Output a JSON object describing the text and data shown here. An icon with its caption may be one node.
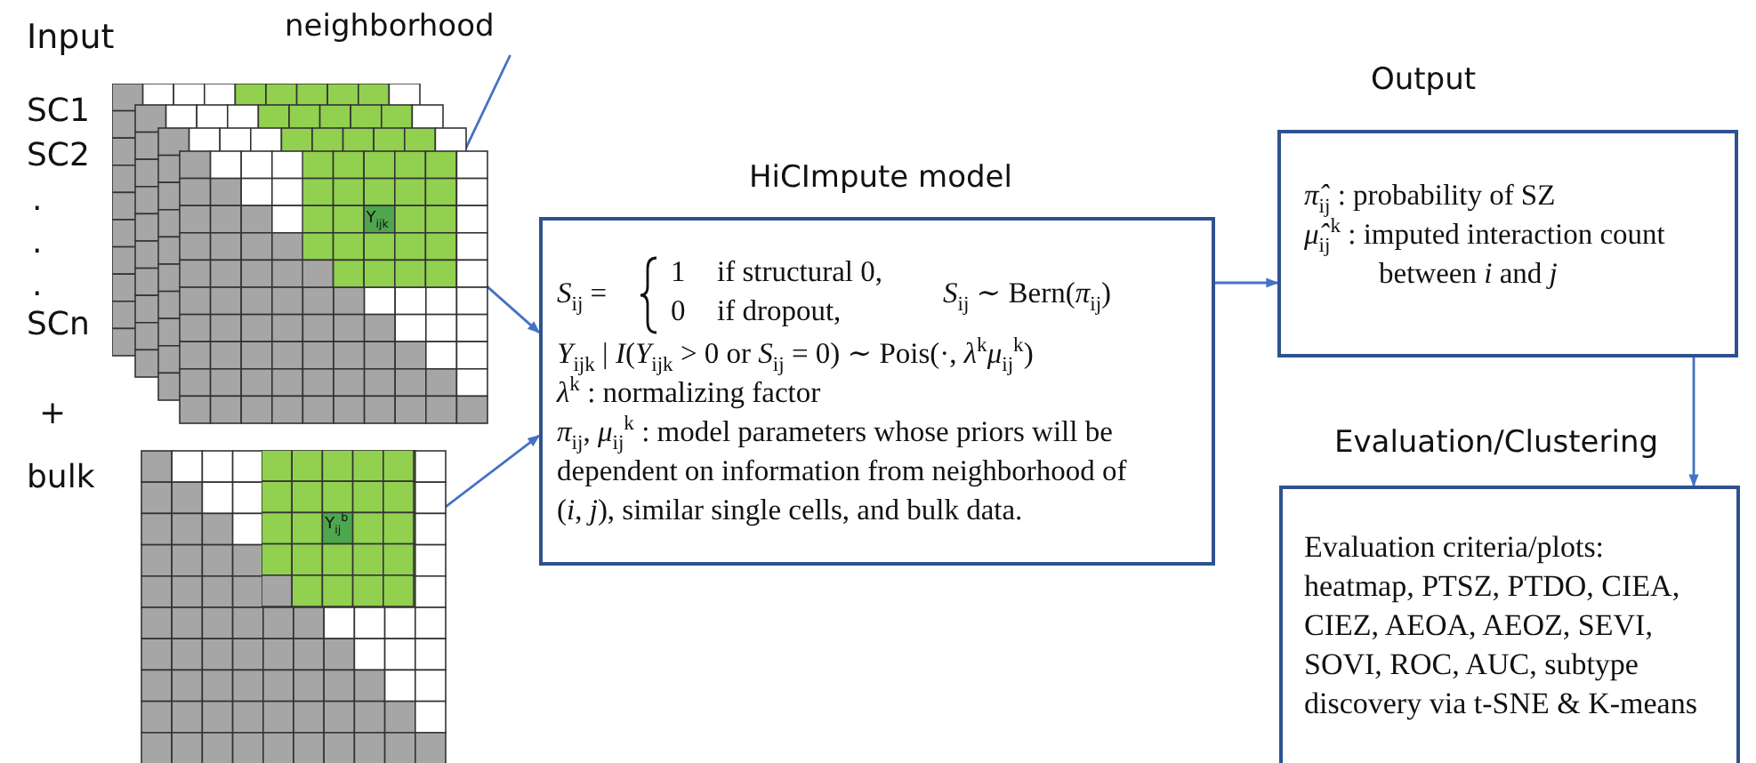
{
  "diagram": {
    "nodes": [
      {
        "text": [
          "neighborhood"
        ]
      },
      {
        "text": [],
        "shape": "picture"
      },
      {
        "text": [
          "Y$_{ijk}$"
        ],
        "in": 1
      },
      {
        "text": [],
        "shape": "picture"
      },
      {
        "text": [
          "Y$_{ij}$$^{b}$"
        ],
        "in": 3
      },
      {
        "text": [
          "HiCImpute model",
          "*S*$_{ij}$ =",
          "1",
          "if structural 0,",
          "0",
          "if dropout,",
          "*S*$_{ij}$ ∼ Bern(*π*$_{ij}$)",
          "*Y*$_{ijk}$ | *I*(*Y*$_{ijk}$ > 0 or *S*$_{ij}$ = 0) ∼ Pois(·, *λ*$^{k}$*μ*$_{ij}$$^{k}$)",
          "*λ*$^{k}$ : normalizing factor",
          "*π*$_{ij}$, *μ*$_{ij}$$^{k}$ : model parameters whose priors will be dependent on information from neighborhood of (*i*, *j*), similar single cells, and bulk data."
        ]
      },
      {
        "text": [
          "Output",
          "*π̂*$_{ij}$ : probability of SZ",
          "*μ̂*$_{ij}$$^{k}$ : imputed interaction count between *i* and *j*"
        ]
      },
      {
        "text": [
          "Evaluation/Clustering",
          "Evaluation criteria/plots: heatmap, PTSZ, PTDO, CIEA, CIEZ, AEOA, AEOZ, SEVI, SOVI, ROC, AUC, subtype discovery via t-SNE & K-means"
        ]
      }
    ],
    "edges": [
      {
        "from": 0,
        "to": 2,
        "arrow": "to"
      },
      {
        "from": 2,
        "to": 5,
        "arrow": "to"
      },
      {
        "from": 4,
        "to": 5,
        "arrow": "to"
      },
      {
        "from": 5,
        "to": 6,
        "arrow": "to"
      },
      {
        "from": 6,
        "to": 7,
        "arrow": "to"
      }
    ],
    "labels": [
      "Input",
      "SC1",
      "SC2",
      ".",
      ".",
      ".",
      "SCn",
      "+",
      "bulk"
    ]
  }
}
